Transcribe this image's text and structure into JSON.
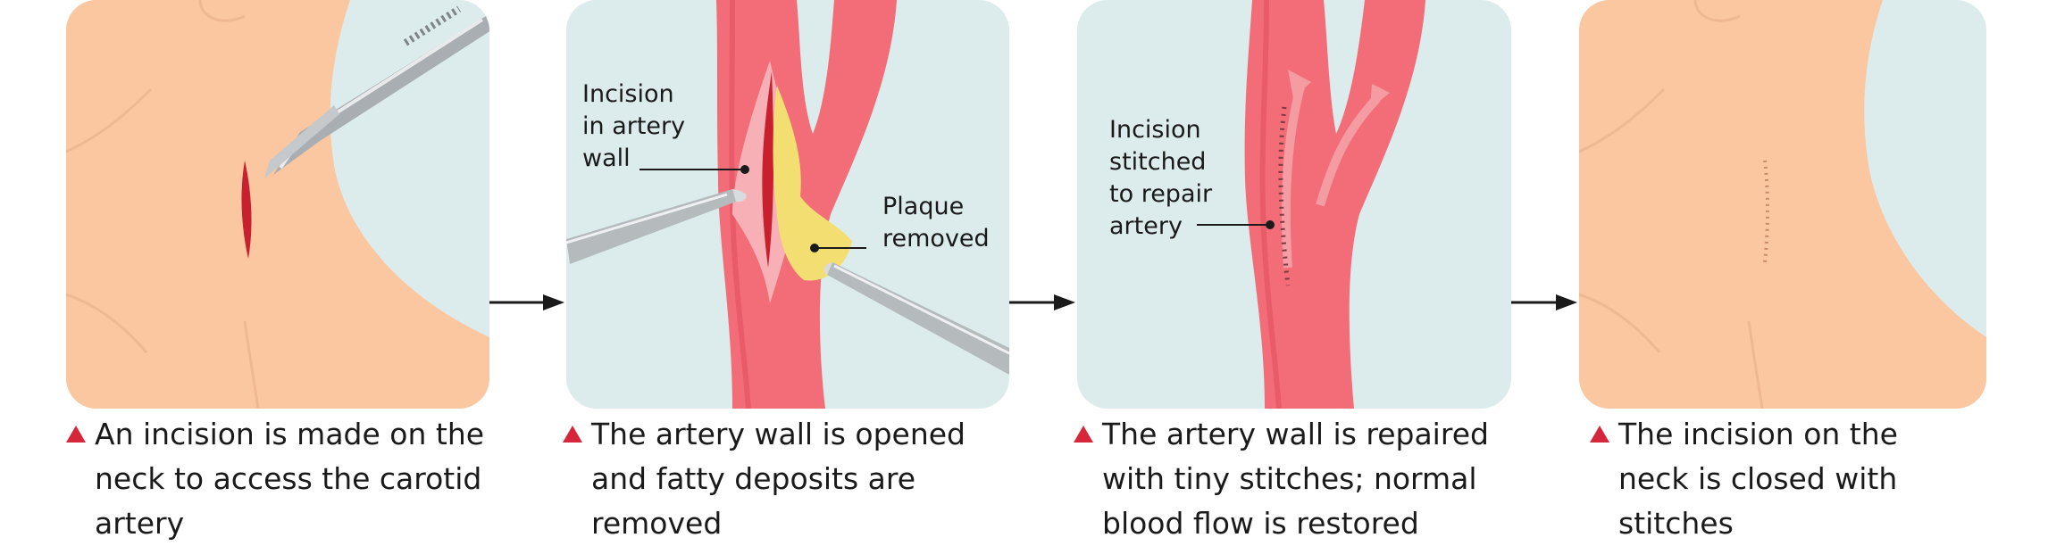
{
  "steps": [
    {
      "caption": "An incision is made on the neck to access the carotid artery"
    },
    {
      "caption": "The artery wall is opened and fatty deposits are removed",
      "labels": [
        "Incision",
        "in artery",
        "wall",
        "Plaque",
        "removed"
      ]
    },
    {
      "caption": "The artery wall is repaired with tiny stitches; normal blood flow is restored",
      "labels": [
        "Incision",
        "stitched",
        "to repair",
        "artery"
      ]
    },
    {
      "caption": "The incision on the neck is closed with stitches"
    }
  ],
  "colors": {
    "skin": "#fbc7a0",
    "background_blue": "#dcecec",
    "artery": "#f26d78",
    "artery_dark": "#e2505e",
    "plaque": "#f3de72",
    "incision": "#c8202e",
    "bullet": "#d6263a"
  }
}
